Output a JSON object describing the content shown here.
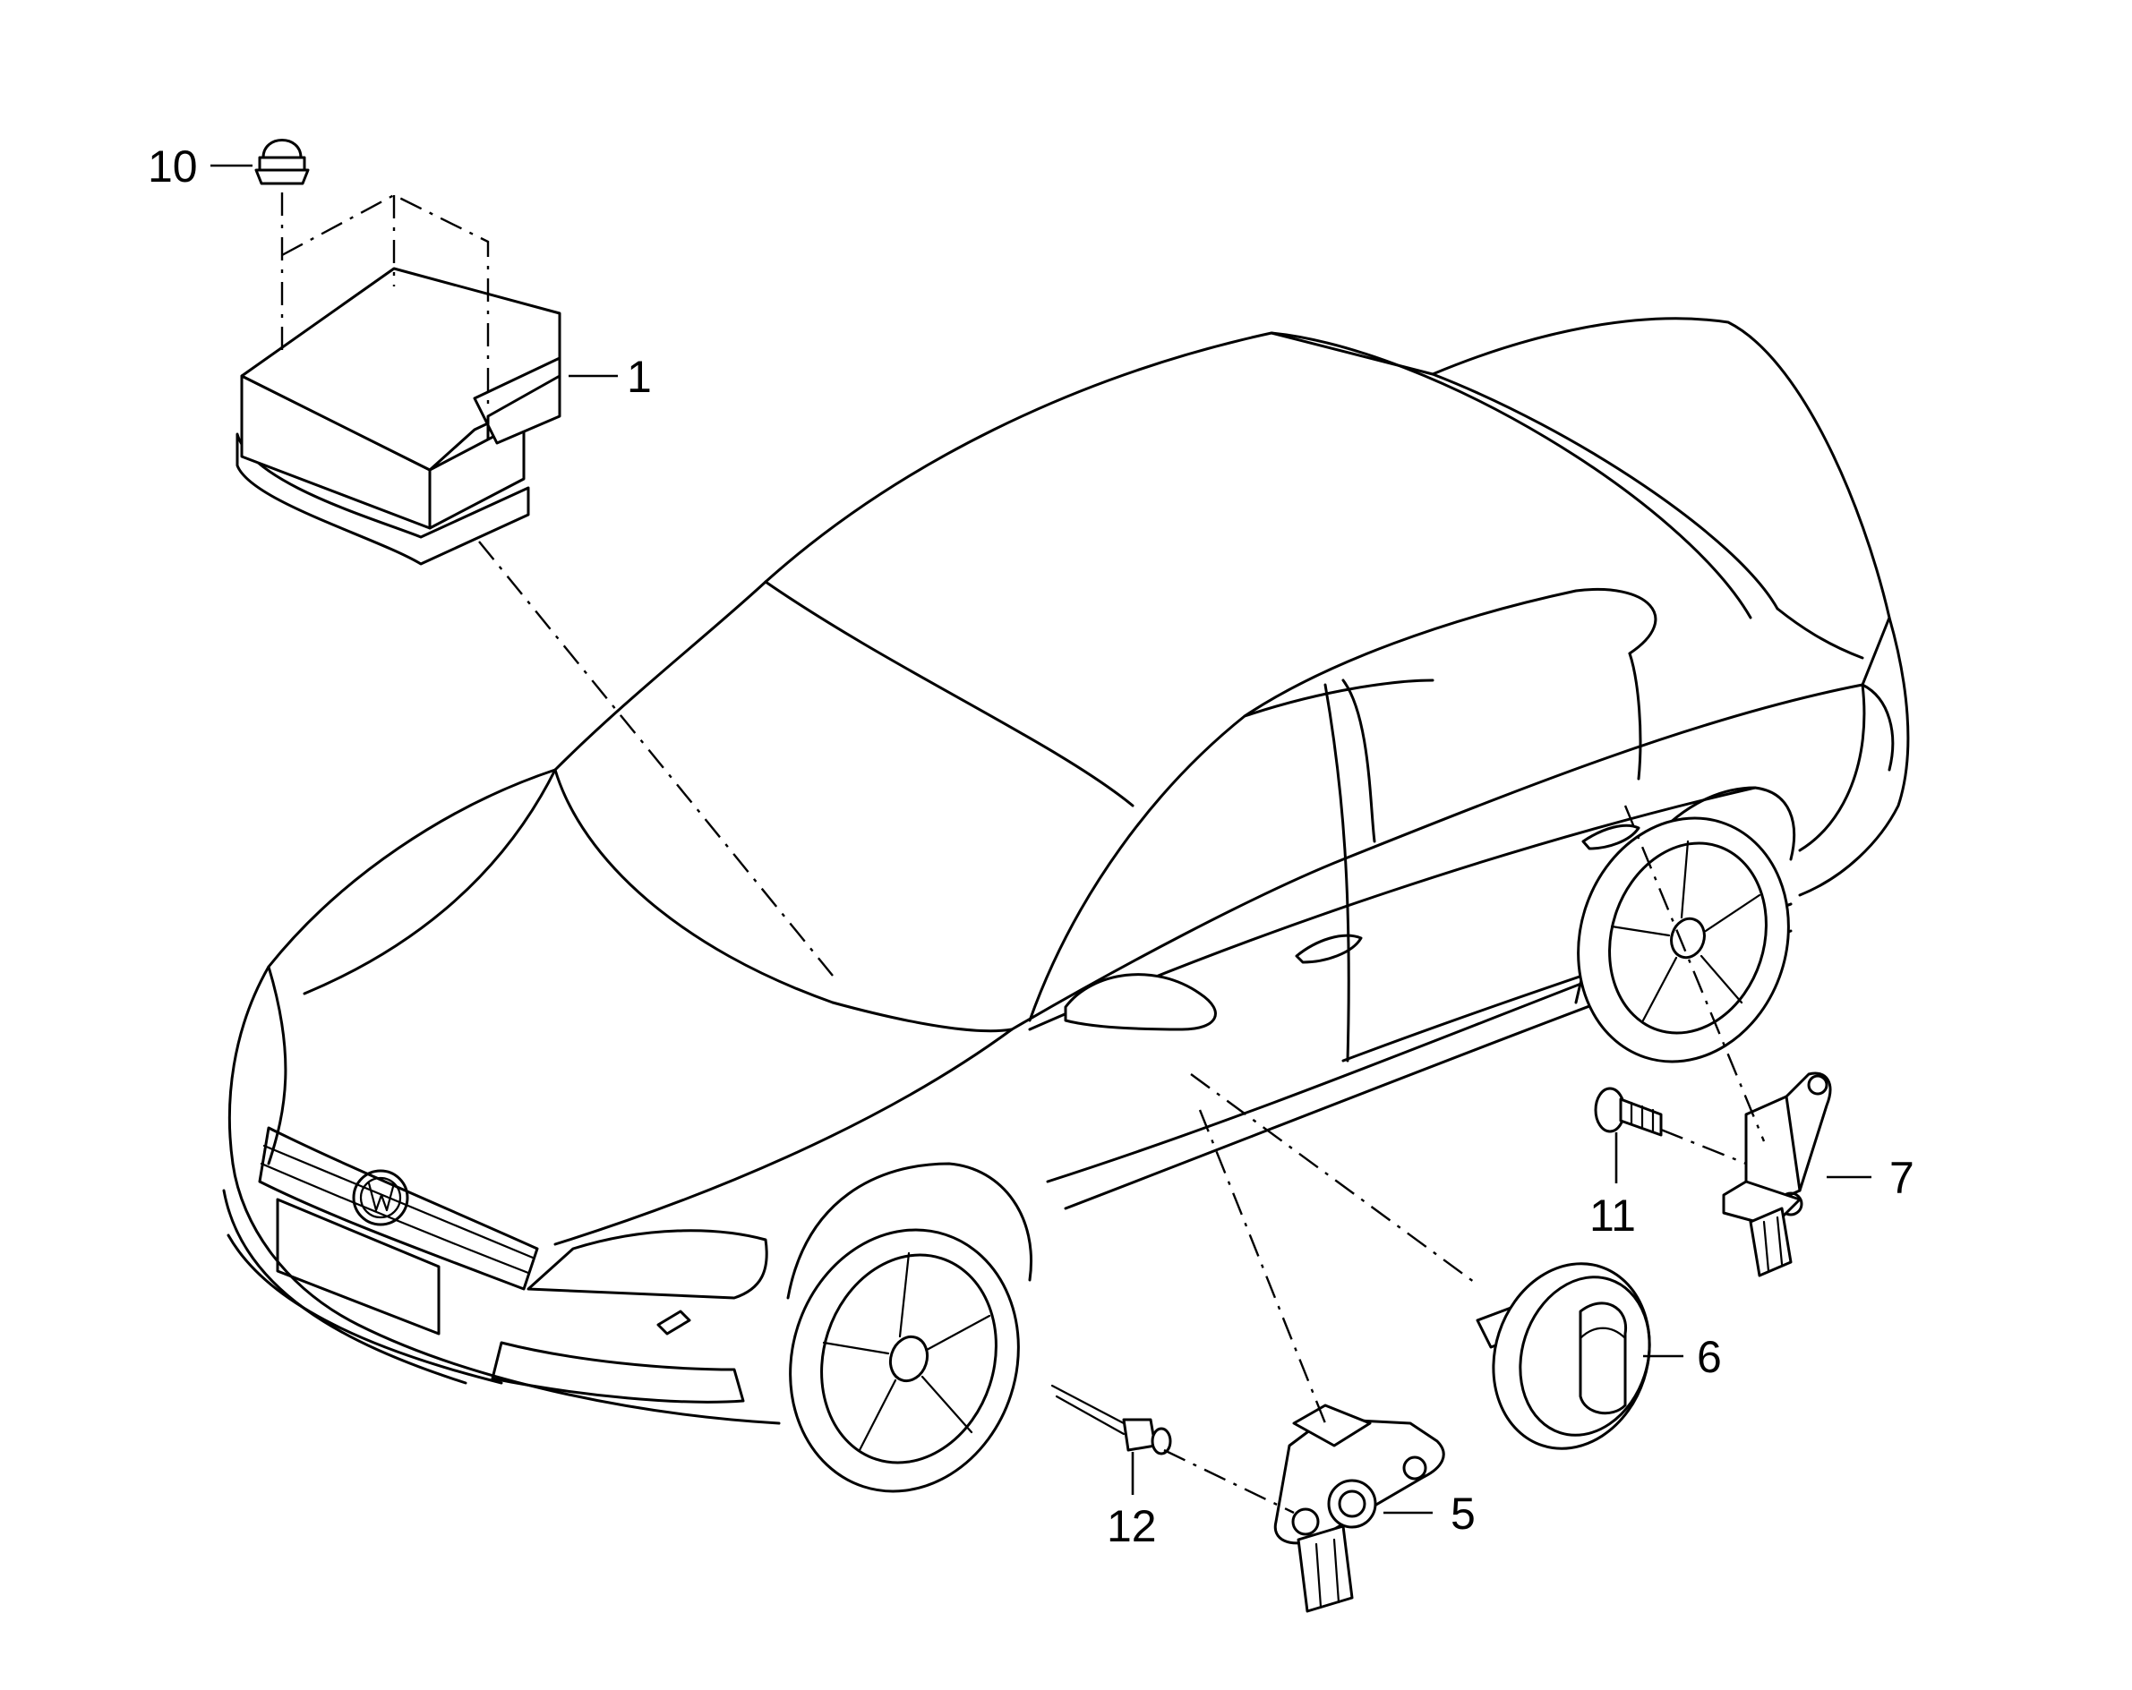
{
  "callouts": {
    "c1": "1",
    "c5": "5",
    "c6": "6",
    "c7": "7",
    "c10": "10",
    "c11": "11",
    "c12": "12"
  },
  "style": {
    "line_color": "#000000",
    "background": "#ffffff"
  }
}
